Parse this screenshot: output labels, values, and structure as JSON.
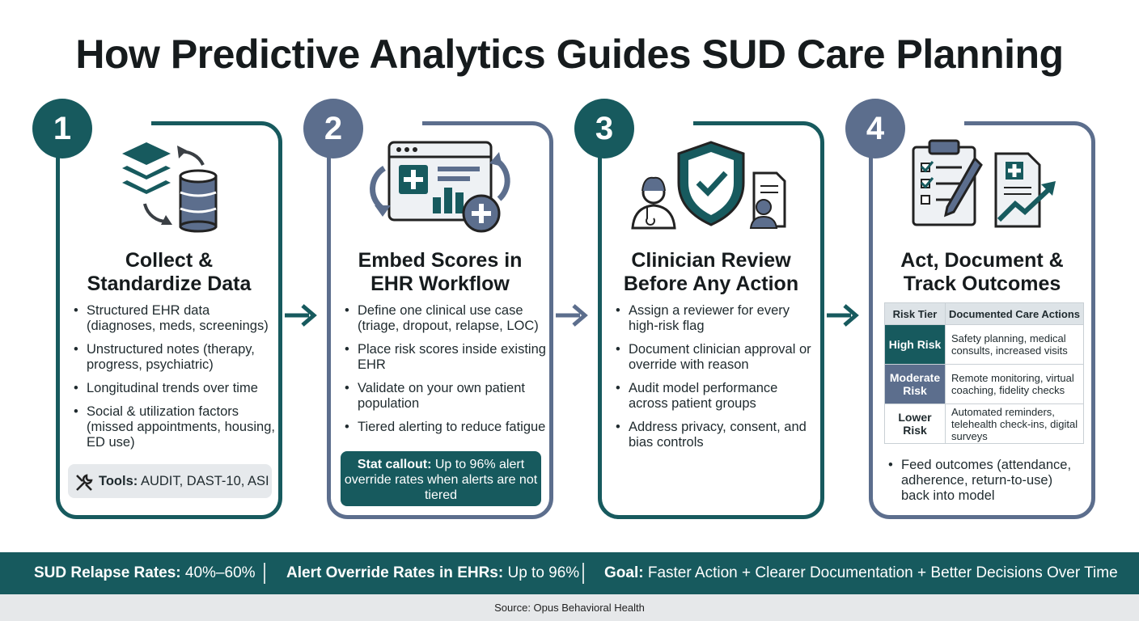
{
  "title": "How Predictive Analytics Guides SUD Care Planning",
  "steps": [
    {
      "number": "1",
      "title_line1": "Collect &",
      "title_line2": "Standardize Data",
      "bullets": [
        "Structured EHR data (diagnoses, meds, screenings)",
        "Unstructured notes (therapy, progress, psychiatric)",
        "Longitudinal trends over time",
        "Social & utilization factors (missed appointments, housing, ED use)"
      ],
      "tools_label": "Tools:",
      "tools_value": "AUDIT, DAST-10, ASI"
    },
    {
      "number": "2",
      "title_line1": "Embed Scores in",
      "title_line2": "EHR Workflow",
      "bullets": [
        "Define one clinical use case (triage, dropout, relapse, LOC)",
        "Place risk scores inside existing EHR",
        "Validate on your own patient population",
        "Tiered alerting to reduce fatigue"
      ],
      "callout_label": "Stat callout:",
      "callout_text": "Up to 96% alert override rates when alerts are not tiered"
    },
    {
      "number": "3",
      "title_line1": "Clinician Review",
      "title_line2": "Before Any Action",
      "bullets": [
        "Assign a reviewer for every high-risk flag",
        "Document clinician approval or override with reason",
        "Audit model performance across patient groups",
        "Address privacy, consent, and bias controls"
      ]
    },
    {
      "number": "4",
      "title_line1": "Act, Document &",
      "title_line2": "Track Outcomes",
      "table": {
        "headers": [
          "Risk Tier",
          "Documented Care Actions"
        ],
        "rows": [
          {
            "tier": "High Risk",
            "actions": "Safety planning, medical consults, increased visits"
          },
          {
            "tier": "Moderate Risk",
            "actions": "Remote monitoring, virtual coaching, fidelity checks"
          },
          {
            "tier": "Lower Risk",
            "actions": "Automated reminders, telehealth check-ins, digital surveys"
          }
        ]
      },
      "bullets": [
        "Feed outcomes (attendance, adherence, return-to-use) back into model"
      ]
    }
  ],
  "stats": [
    {
      "label": "SUD Relapse Rates:",
      "value": "40%–60%"
    },
    {
      "label": "Alert Override Rates in EHRs:",
      "value": "Up to 96%"
    },
    {
      "label": "Goal:",
      "value": "Faster Action + Clearer Documentation + Better Decisions Over Time"
    }
  ],
  "source": "Source: Opus Behavioral Health",
  "colors": {
    "teal": "#175a5e",
    "slate": "#5c6e8d"
  },
  "icons": [
    "data-stack-database-icon",
    "ehr-dashboard-icon",
    "clinician-shield-icon",
    "clipboard-outcomes-icon",
    "wrench-icon",
    "arrow-right-icon"
  ]
}
